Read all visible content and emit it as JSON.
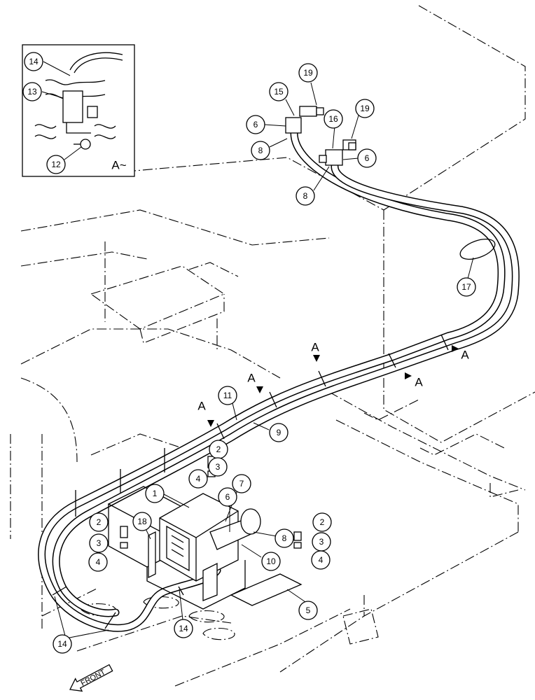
{
  "callouts": [
    {
      "id": "c14-inset",
      "text": "14"
    },
    {
      "id": "c13",
      "text": "13"
    },
    {
      "id": "c12",
      "text": "12"
    },
    {
      "id": "c15",
      "text": "15"
    },
    {
      "id": "c19a",
      "text": "19"
    },
    {
      "id": "c6a",
      "text": "6"
    },
    {
      "id": "c8a",
      "text": "8"
    },
    {
      "id": "c16",
      "text": "16"
    },
    {
      "id": "c19b",
      "text": "19"
    },
    {
      "id": "c6b",
      "text": "6"
    },
    {
      "id": "c8b",
      "text": "8"
    },
    {
      "id": "c17",
      "text": "17"
    },
    {
      "id": "c11",
      "text": "11"
    },
    {
      "id": "c9",
      "text": "9"
    },
    {
      "id": "c2a",
      "text": "2"
    },
    {
      "id": "c3a",
      "text": "3"
    },
    {
      "id": "c4a",
      "text": "4"
    },
    {
      "id": "c1",
      "text": "1"
    },
    {
      "id": "c7",
      "text": "7"
    },
    {
      "id": "c6c",
      "text": "6"
    },
    {
      "id": "c8c",
      "text": "8"
    },
    {
      "id": "c18",
      "text": "18"
    },
    {
      "id": "c2b",
      "text": "2"
    },
    {
      "id": "c3b",
      "text": "3"
    },
    {
      "id": "c4b",
      "text": "4"
    },
    {
      "id": "c2c",
      "text": "2"
    },
    {
      "id": "c3c",
      "text": "3"
    },
    {
      "id": "c4c",
      "text": "4"
    },
    {
      "id": "c10",
      "text": "10"
    },
    {
      "id": "c5",
      "text": "5"
    },
    {
      "id": "c14a",
      "text": "14"
    },
    {
      "id": "c14b",
      "text": "14"
    }
  ],
  "view_markers": [
    "A",
    "A",
    "A",
    "A",
    "A"
  ],
  "inset_label": "A~",
  "front_label": "FRONT"
}
